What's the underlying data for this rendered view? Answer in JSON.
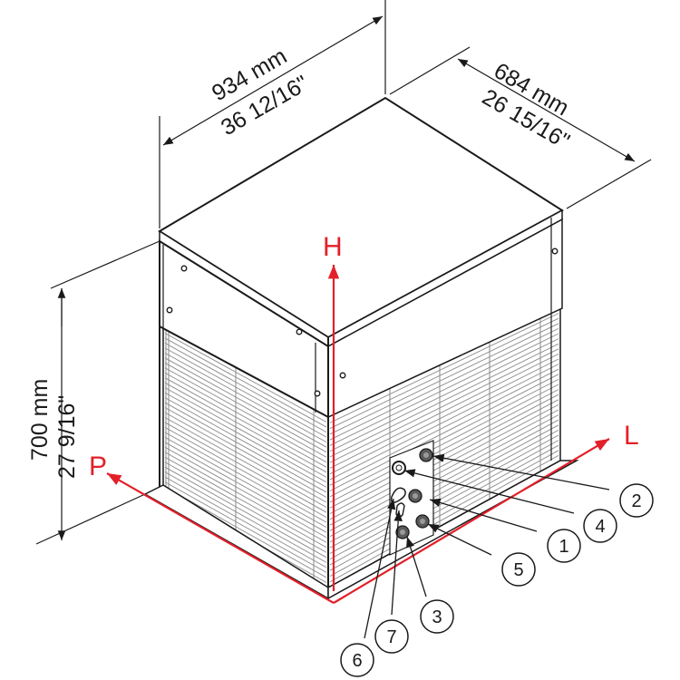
{
  "dimensions": {
    "width": {
      "mm": "934 mm",
      "inch": "36 12/16\""
    },
    "depth": {
      "mm": "684 mm",
      "inch": "26 15/16\""
    },
    "height": {
      "mm": "700 mm",
      "inch": "27 9/16\""
    }
  },
  "axes": {
    "h": "H",
    "l": "L",
    "p": "P"
  },
  "callouts": [
    "1",
    "2",
    "3",
    "4",
    "5",
    "6",
    "7"
  ],
  "colors": {
    "axis": "#e2202a",
    "line": "#1a1a1a",
    "grille": "#8a8a8a",
    "panel": "#ffffff",
    "fitting": "#5a5a5a"
  },
  "icons": [
    "arrow-icon",
    "fitting-icon"
  ]
}
